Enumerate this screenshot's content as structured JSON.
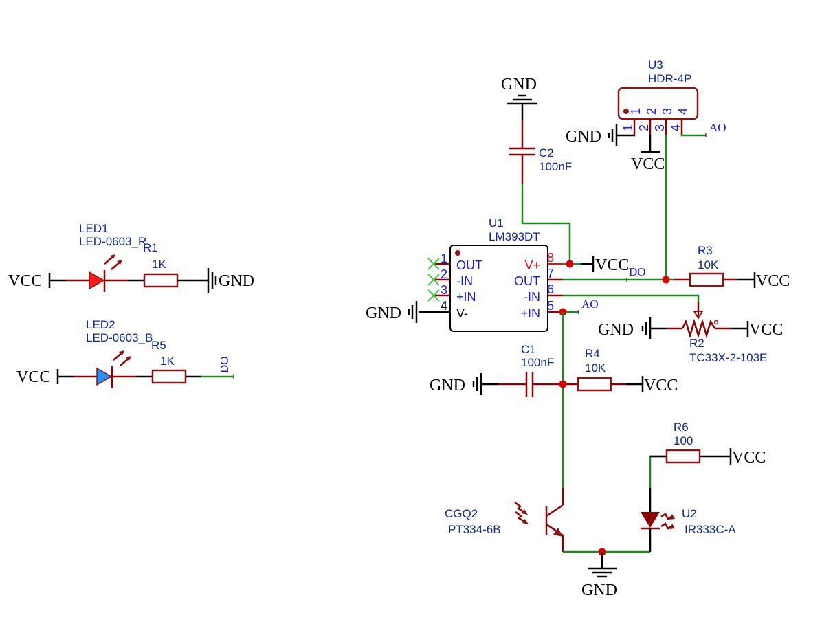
{
  "schematic": {
    "colors": {
      "wire": "#1a8a1a",
      "component": "#8b1414",
      "designator": "#0d2a8c",
      "pin_number": "#1a1ae6",
      "power_pin": "#e0161b",
      "junction": "#dd0000",
      "no_connect": "#3cc83c",
      "led1_fill": "#ff1a1a",
      "led2_fill": "#1e90ff"
    },
    "net_labels": {
      "vcc": "VCC",
      "gnd": "GND",
      "do": "DO",
      "ao": "AO"
    },
    "led1": {
      "designator": "LED1",
      "value": "LED-0603_R"
    },
    "r1": {
      "designator": "R1",
      "value": "1K"
    },
    "led2": {
      "designator": "LED2",
      "value": "LED-0603_B"
    },
    "r5": {
      "designator": "R5",
      "value": "1K"
    },
    "c2": {
      "designator": "C2",
      "value": "100nF"
    },
    "u3": {
      "designator": "U3",
      "value": "HDR-4P",
      "pins": [
        "1",
        "2",
        "3",
        "4"
      ]
    },
    "u1": {
      "designator": "U1",
      "value": "LM393DT",
      "left_pins": [
        {
          "num": "1",
          "name": "OUT"
        },
        {
          "num": "2",
          "name": "-IN"
        },
        {
          "num": "3",
          "name": "+IN"
        },
        {
          "num": "4",
          "name": "V-"
        }
      ],
      "right_pins": [
        {
          "num": "8",
          "name": "V+"
        },
        {
          "num": "7",
          "name": "OUT"
        },
        {
          "num": "6",
          "name": "-IN"
        },
        {
          "num": "5",
          "name": "+IN"
        }
      ]
    },
    "r3": {
      "designator": "R3",
      "value": "10K"
    },
    "r2": {
      "designator": "R2",
      "value": "TC33X-2-103E"
    },
    "c1": {
      "designator": "C1",
      "value": "100nF"
    },
    "r4": {
      "designator": "R4",
      "value": "10K"
    },
    "r6": {
      "designator": "R6",
      "value": "100"
    },
    "cgq2": {
      "designator": "CGQ2",
      "value": "PT334-6B"
    },
    "u2": {
      "designator": "U2",
      "value": "IR333C-A"
    }
  }
}
